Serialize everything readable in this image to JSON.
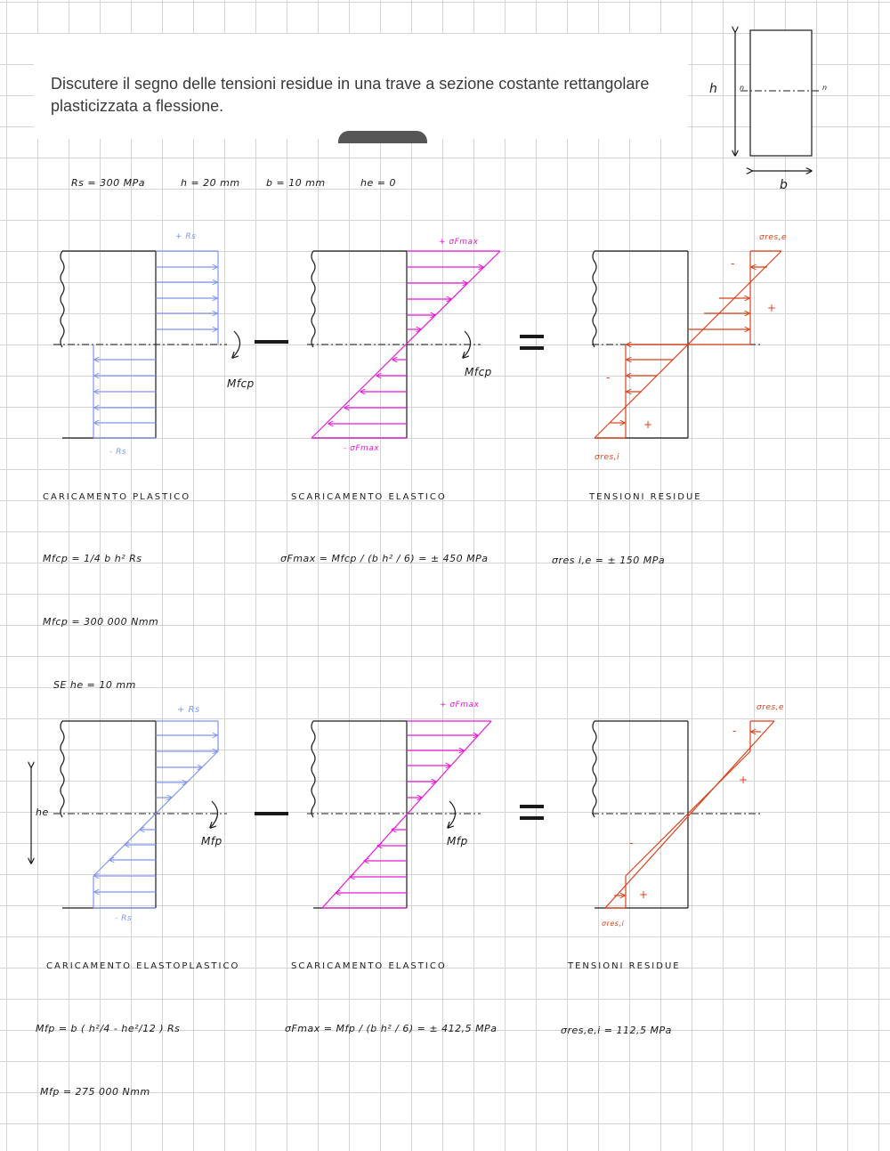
{
  "question": {
    "text": "Discutere il segno delle tensioni residue in una trave a sezione costante rettangolare plasticizzata a flessione.",
    "cursor_mark": " "
  },
  "section_sketch": {
    "height_label": "h",
    "width_label": "b",
    "axis_label_left": "n",
    "axis_label_right": "n"
  },
  "data_line": {
    "Rs": "Rs = 300 MPa",
    "h": "h = 20 mm",
    "b": "b = 10 mm",
    "he": "he = 0"
  },
  "case1": {
    "plastic_top": "+ Rs",
    "plastic_bottom": "- Rs",
    "moment_1": "Mfcp",
    "elastic_top": "+ σFmax",
    "elastic_bottom": "- σFmax",
    "moment_2": "Mfcp",
    "residual_top": "σres,e",
    "residual_bottom": "σres,i",
    "captions": [
      "CARICAMENTO PLASTICO",
      "SCARICAMENTO ELASTICO",
      "TENSIONI RESIDUE"
    ],
    "formula_moment": "Mfcp = 1/4 b h² Rs",
    "formula_sigma": "σFmax = Mfcp / (b h² / 6) = ± 450 MPa",
    "formula_residual": "σres i,e = ± 150 MPa",
    "moment_value": "Mfcp = 300 000 Nmm"
  },
  "case2": {
    "condition": "SE  he = 10 mm",
    "plastic_top": "+ Rs",
    "plastic_bottom": "- Rs",
    "he_label": "he",
    "moment_1": "Mfp",
    "elastic_top": "+ σFmax",
    "moment_2": "Mfp",
    "residual_top": "σres,e",
    "residual_bottom": "σres,i",
    "captions": [
      "CARICAMENTO ELASTOPLASTICO",
      "SCARICAMENTO ELASTICO",
      "TENSIONI RESIDUE"
    ],
    "formula_moment": "Mfp = b ( h²/4 - he²/12 ) Rs",
    "formula_sigma": "σFmax = Mfp / (b h² / 6) = ± 412,5 MPa",
    "formula_residual": "σres,e,i = 112,5 MPa",
    "moment_value": "Mfp = 275 000 Nmm"
  },
  "signs": {
    "plus": "+",
    "minus": "-",
    "operator_minus": "—",
    "operator_equals": "="
  },
  "colors": {
    "ink": "#1a1a1a",
    "plastic": "#7f95f0",
    "elastic": "#e818d8",
    "residual": "#d8421a",
    "grid": "#d4d4d4"
  }
}
